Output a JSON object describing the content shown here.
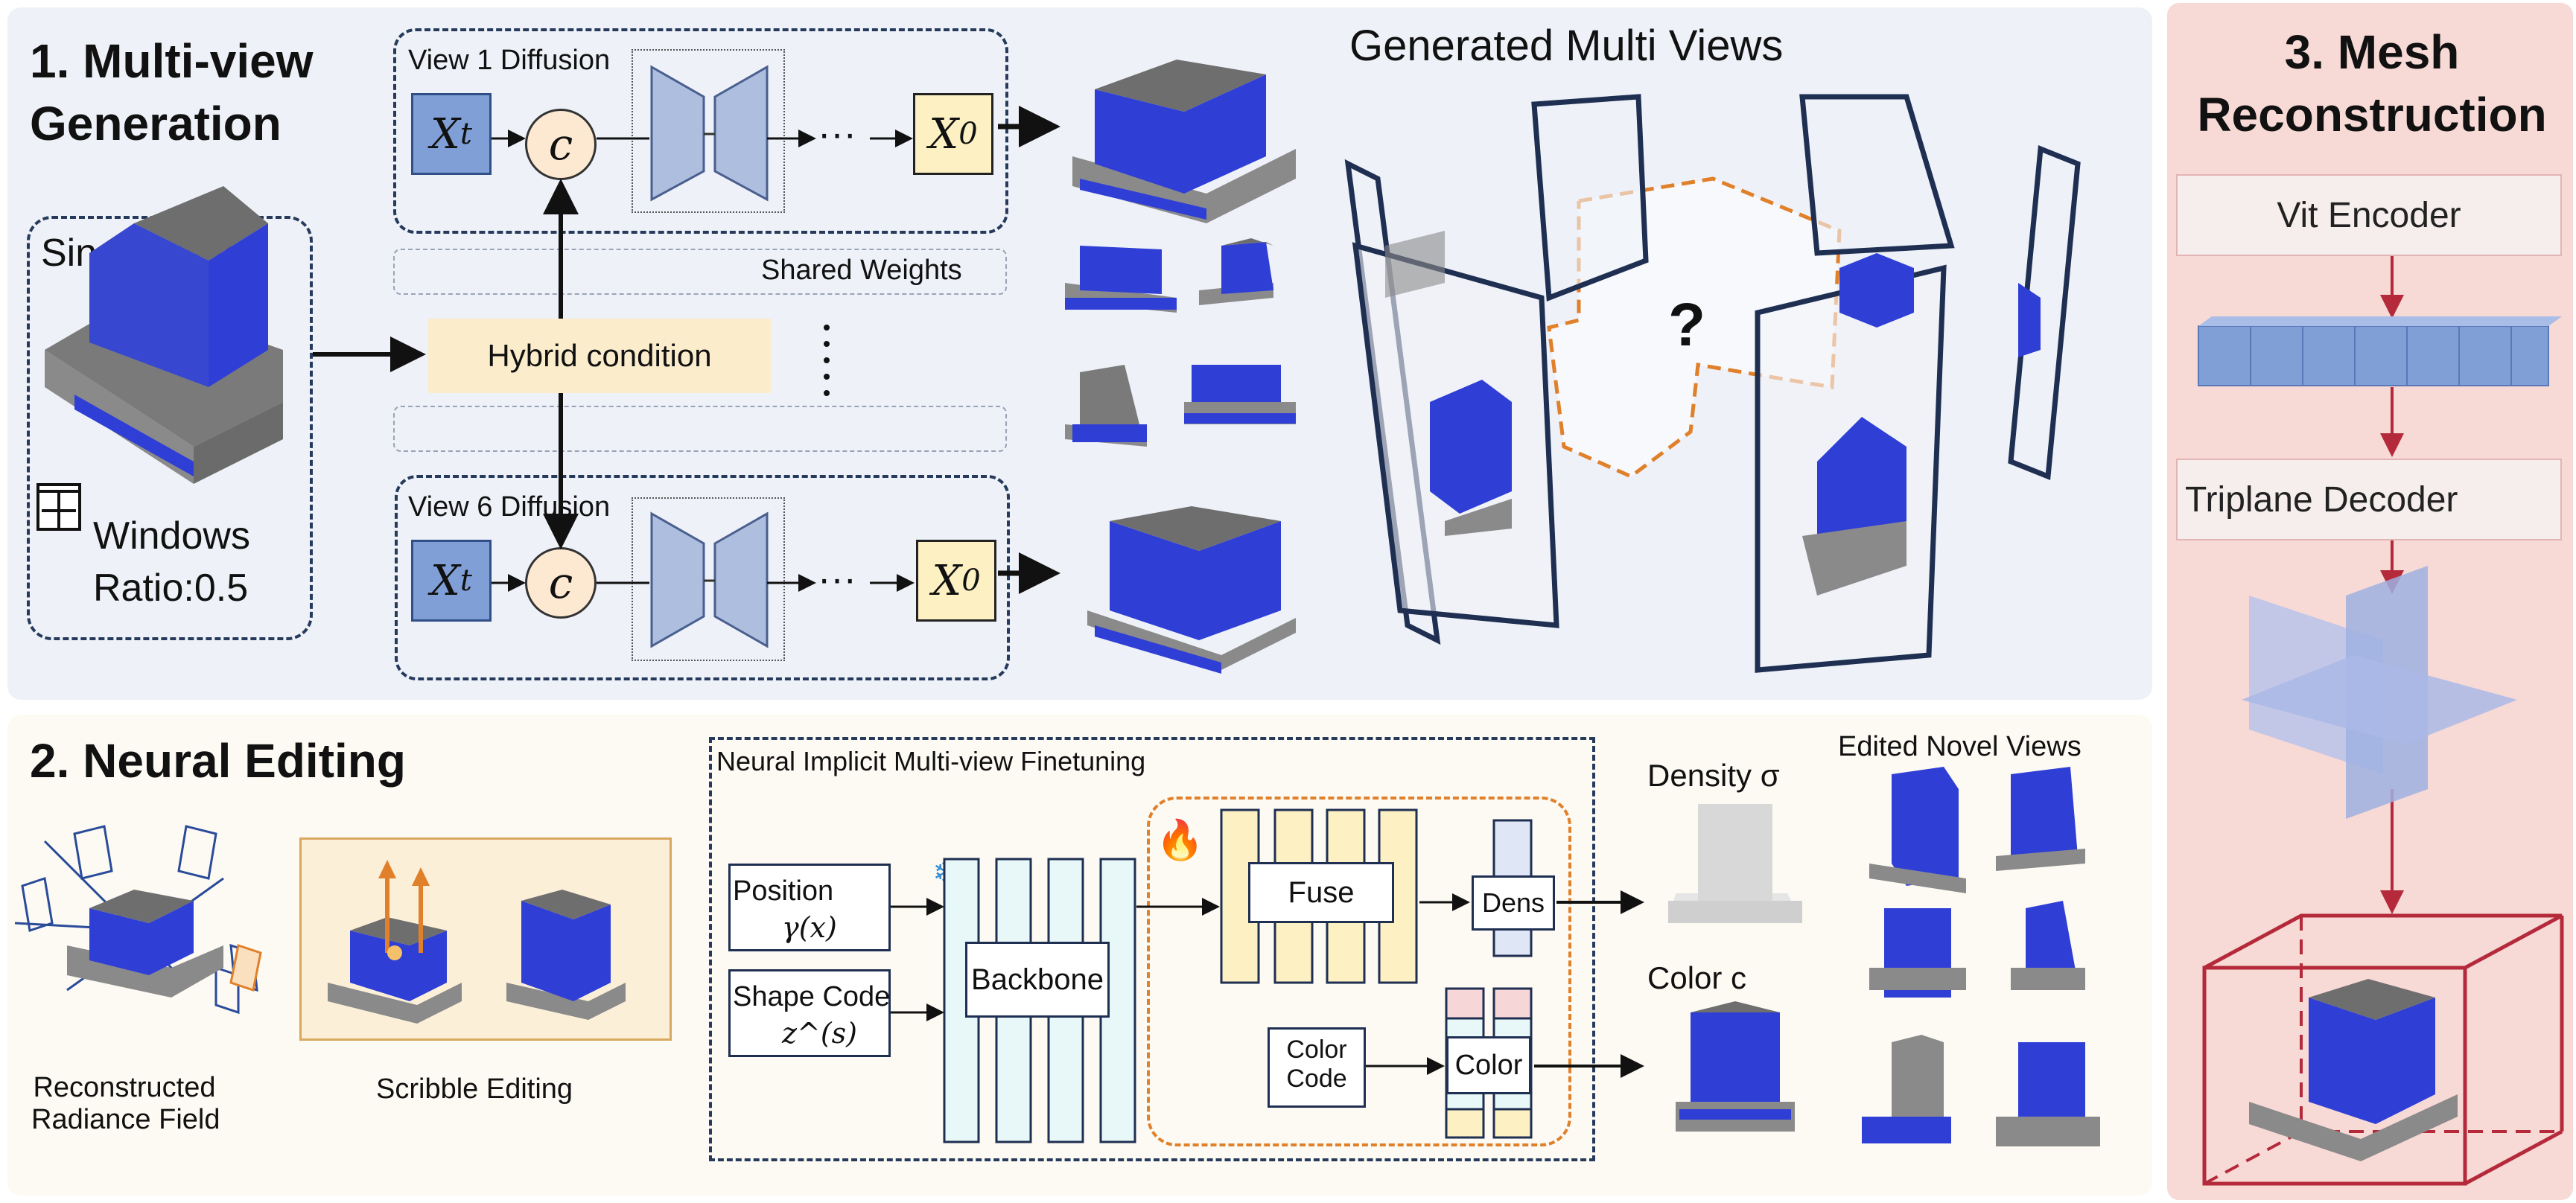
{
  "section1": {
    "title_line1": "1. Multi-view",
    "title_line2": "Generation",
    "single_view_label": "Single View",
    "windows_label": "Windows",
    "ratio_label": "Ratio:0.5",
    "view1_label": "View 1 Diffusion",
    "view6_label": "View 6 Diffusion",
    "xt_base": "X",
    "xt_sub": "t",
    "x0_base": "X",
    "x0_sub": "0",
    "c_label": "c",
    "ellipsis": "···",
    "shared_weights": "Shared Weights",
    "hybrid_condition": "Hybrid condition",
    "generated_title": "Generated Multi Views",
    "question_mark": "?"
  },
  "section2": {
    "title": "2. Neural Editing",
    "reconstructed_line1": "Reconstructed",
    "reconstructed_line2": "Radiance Field",
    "scribble_label": "Scribble Editing",
    "finetune_title": "Neural Implicit Multi-view Finetuning",
    "position_label": "Position",
    "position_formula": "γ(x)",
    "shape_code_label": "Shape Code",
    "shape_code_formula": "z^(s)",
    "backbone_label": "Backbone",
    "fuse_label": "Fuse",
    "dens_label": "Dens",
    "color_code_line1": "Color",
    "color_code_line2": "Code",
    "color_label": "Color",
    "density_label": "Density σ",
    "color_c_label": "Color c",
    "edited_views_title": "Edited Novel Views"
  },
  "section3": {
    "title_line1": "3. Mesh",
    "title_line2": "Reconstruction",
    "vit_encoder": "Vit Encoder",
    "triplane_decoder": "Triplane Decoder"
  },
  "colors": {
    "navy": "#1f2f52",
    "blue_box": "#7f9fd6",
    "yellow_box": "#fdf0c2",
    "orange": "#e0802a",
    "crimson": "#b52a3a",
    "building_blue": "#2f3fd6",
    "building_gray": "#8a8a8a"
  }
}
